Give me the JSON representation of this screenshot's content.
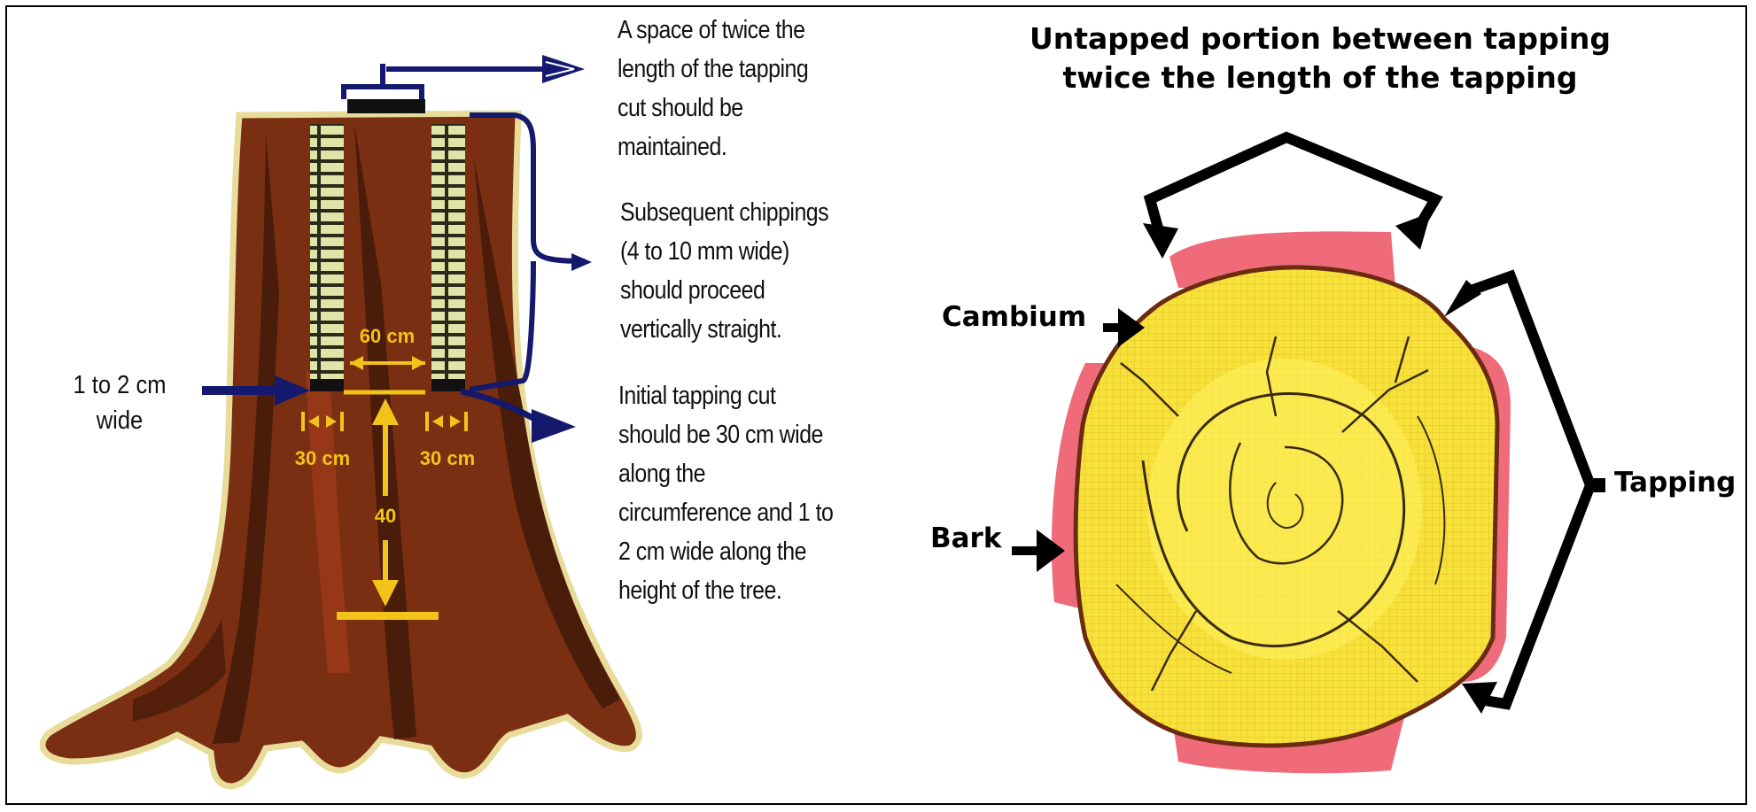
{
  "left_panel": {
    "notes": [
      {
        "id": "space",
        "lines": [
          "A space of twice the",
          "length of the tapping",
          "cut should be",
          "maintained."
        ]
      },
      {
        "id": "chippings",
        "lines": [
          "Subsequent chippings",
          "(4 to 10 mm wide)",
          "should proceed",
          "vertically straight."
        ]
      },
      {
        "id": "initial",
        "lines": [
          "Initial tapping cut",
          "should be 30 cm wide",
          "along the",
          "circumference and 1 to",
          "2 cm wide along the",
          "height of the tree."
        ]
      }
    ],
    "width_label": [
      "1 to 2 cm",
      "wide"
    ],
    "dimensions": {
      "gap": "60 cm",
      "cut_left": "30 cm",
      "cut_right": "30 cm",
      "height": "40"
    }
  },
  "right_panel": {
    "title": [
      "Untapped portion between tapping",
      "twice the length of the tapping"
    ],
    "labels": {
      "cambium": "Cambium",
      "bark": "Bark",
      "tapping": "Tapping"
    }
  },
  "colors": {
    "trunk_dark": "#4a1c0a",
    "trunk_mid": "#7a2e12",
    "trunk_light": "#a8401a",
    "trunk_edge": "#e8dc9a",
    "dimension": "#f2c319",
    "pointer": "#14196e",
    "wood": "#f7e23a",
    "bark_red": "#ef6b7a"
  }
}
